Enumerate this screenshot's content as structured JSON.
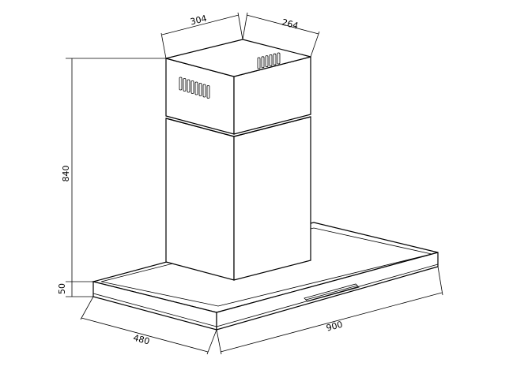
{
  "dimensions": {
    "chimney_width": "304",
    "chimney_depth": "264",
    "height": "840",
    "canopy_thickness": "50",
    "hood_depth": "480",
    "hood_width": "900"
  }
}
